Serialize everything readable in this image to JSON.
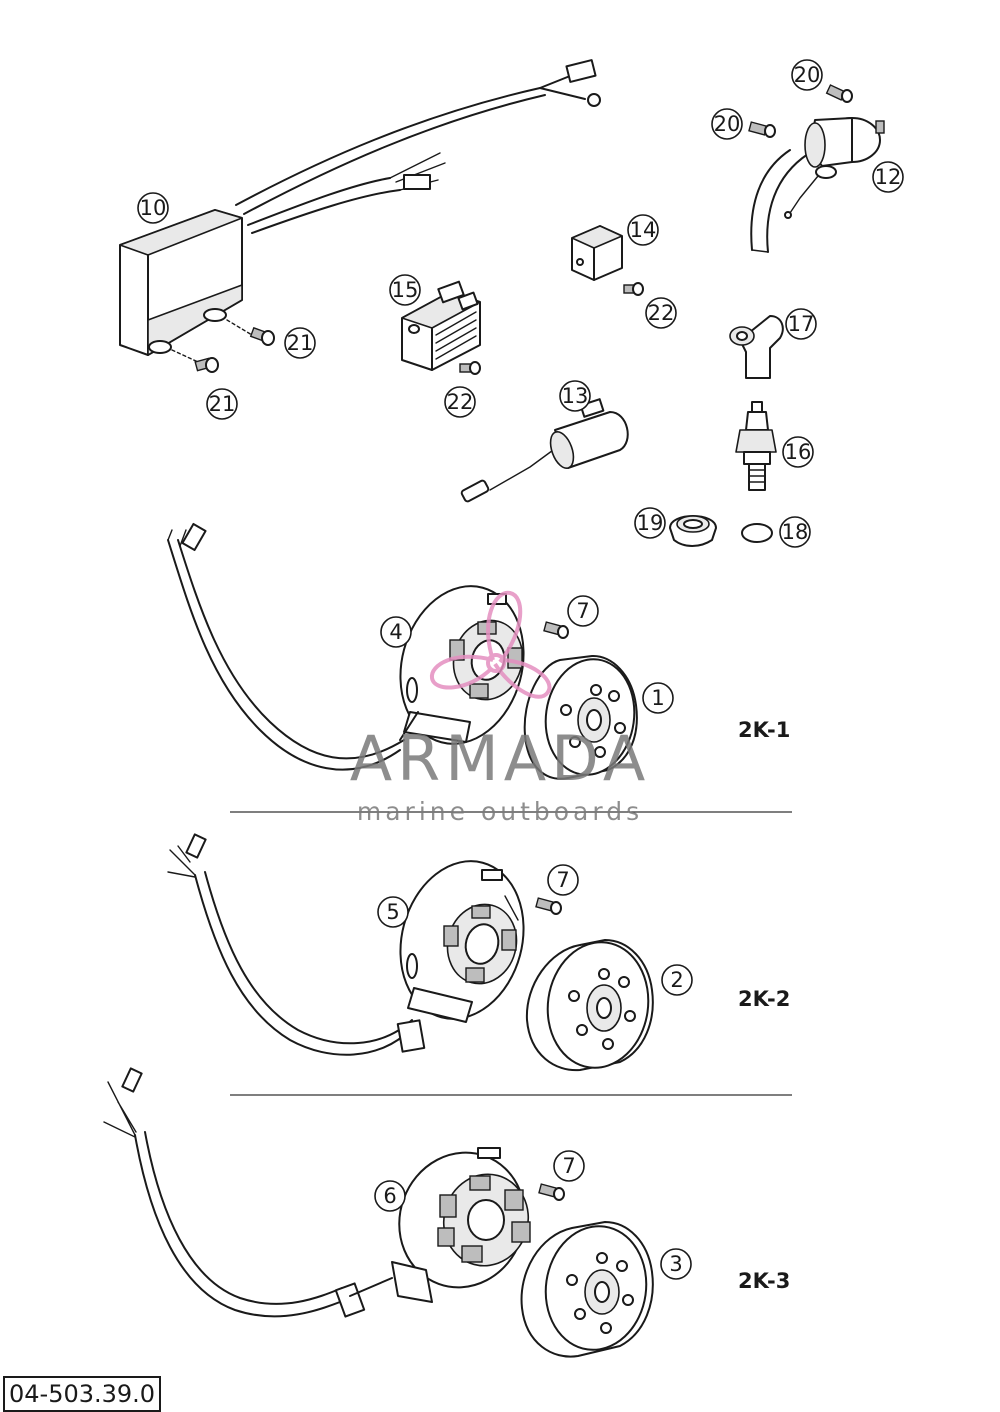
{
  "callouts": [
    {
      "id": "c1",
      "label": "1"
    },
    {
      "id": "c2",
      "label": "2"
    },
    {
      "id": "c3",
      "label": "3"
    },
    {
      "id": "c4",
      "label": "4"
    },
    {
      "id": "c5",
      "label": "5"
    },
    {
      "id": "c6",
      "label": "6"
    },
    {
      "id": "c7a",
      "label": "7"
    },
    {
      "id": "c7b",
      "label": "7"
    },
    {
      "id": "c7c",
      "label": "7"
    },
    {
      "id": "c10",
      "label": "10"
    },
    {
      "id": "c12",
      "label": "12"
    },
    {
      "id": "c13",
      "label": "13"
    },
    {
      "id": "c14",
      "label": "14"
    },
    {
      "id": "c15",
      "label": "15"
    },
    {
      "id": "c16",
      "label": "16"
    },
    {
      "id": "c17",
      "label": "17"
    },
    {
      "id": "c18",
      "label": "18"
    },
    {
      "id": "c19",
      "label": "19"
    },
    {
      "id": "c20a",
      "label": "20"
    },
    {
      "id": "c20b",
      "label": "20"
    },
    {
      "id": "c21a",
      "label": "21"
    },
    {
      "id": "c21b",
      "label": "21"
    },
    {
      "id": "c22a",
      "label": "22"
    },
    {
      "id": "c22b",
      "label": "22"
    }
  ],
  "variants": {
    "v1": "2K-1",
    "v2": "2K-2",
    "v3": "2K-3"
  },
  "document_number": "04-503.39.0",
  "watermark": {
    "main": "ARMADA",
    "sub": "marine outboards",
    "color": "#e48fc0"
  }
}
